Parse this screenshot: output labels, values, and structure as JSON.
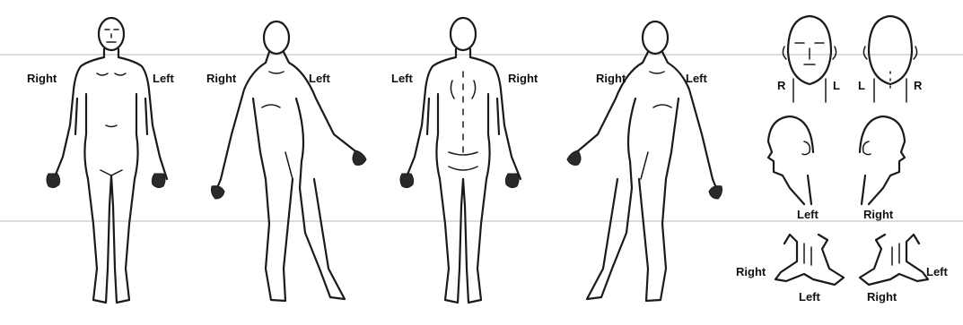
{
  "labels": {
    "front_right": "Right",
    "front_left": "Left",
    "side1_right": "Right",
    "side1_left": "Left",
    "back_left": "Left",
    "back_right": "Right",
    "side2_right": "Right",
    "side2_left": "Left",
    "face_front_r": "R",
    "face_front_l": "L",
    "face_back_l": "L",
    "face_back_r": "R",
    "head_left": "Left",
    "head_right": "Right",
    "foot1_right": "Right",
    "foot1_left": "Left",
    "foot2_right": "Right",
    "foot2_left": "Left"
  },
  "colors": {
    "ink": "#1a1a1a",
    "paper": "#ffffff"
  }
}
